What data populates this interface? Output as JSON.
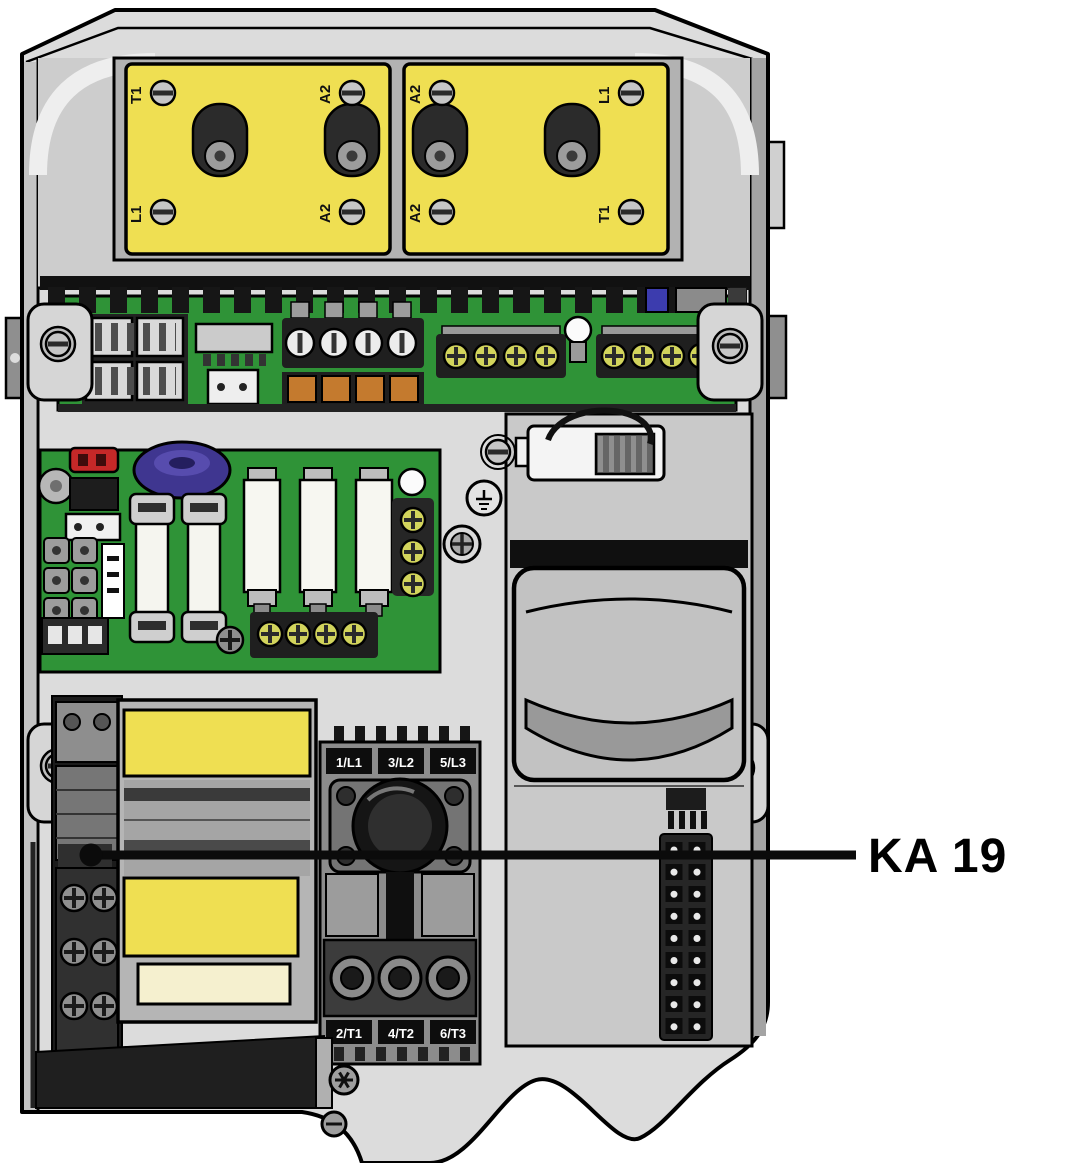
{
  "illustration": {
    "callout_label": "KA 19"
  },
  "terminal_covers": {
    "left_labels": [
      "T1",
      "A2",
      "L1",
      "A2"
    ],
    "right_labels": [
      "A2",
      "L1",
      "A2",
      "T1"
    ]
  },
  "contactor": {
    "top_terminals": [
      "1/L1",
      "3/L2",
      "5/L3"
    ],
    "bottom_terminals": [
      "2/T1",
      "4/T2",
      "6/T3"
    ]
  },
  "colors": {
    "body_gray": "#dcdcdc",
    "panel_gray": "#cdcdcd",
    "cover_yellow": "#efdf52",
    "pcb_green": "#2f9337",
    "toroid_purple": "#3f3690",
    "terminal_orange": "#c47a2e",
    "outline_black": "#000000"
  }
}
